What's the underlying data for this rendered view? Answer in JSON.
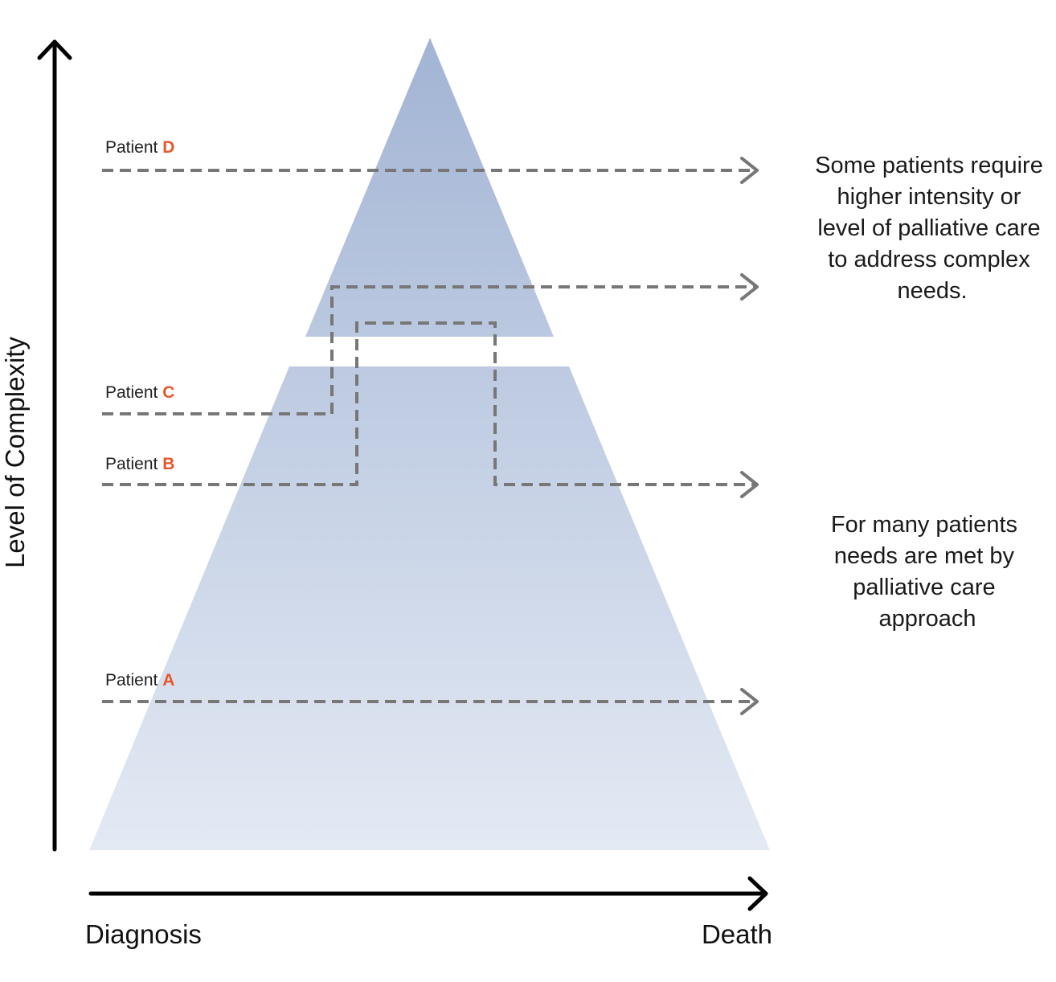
{
  "colors": {
    "pyramid_top": "#a2b4d4",
    "pyramid_bottom": "#e4eaf4",
    "patient_letter": "#e8572a",
    "dashed_line": "#777777",
    "axis": "#000000"
  },
  "axes": {
    "y_label": "Level of Complexity",
    "x_start_label": "Diagnosis",
    "x_end_label": "Death"
  },
  "patients": [
    {
      "prefix": "Patient",
      "letter": "D"
    },
    {
      "prefix": "Patient",
      "letter": "C"
    },
    {
      "prefix": "Patient",
      "letter": "B"
    },
    {
      "prefix": "Patient",
      "letter": "A"
    }
  ],
  "notes": {
    "upper": [
      "Some patients require",
      "higher intensity or",
      "level of palliative care",
      "to address complex",
      "needs."
    ],
    "lower": [
      "For many patients",
      "needs are met by",
      "palliative care",
      "approach"
    ]
  }
}
